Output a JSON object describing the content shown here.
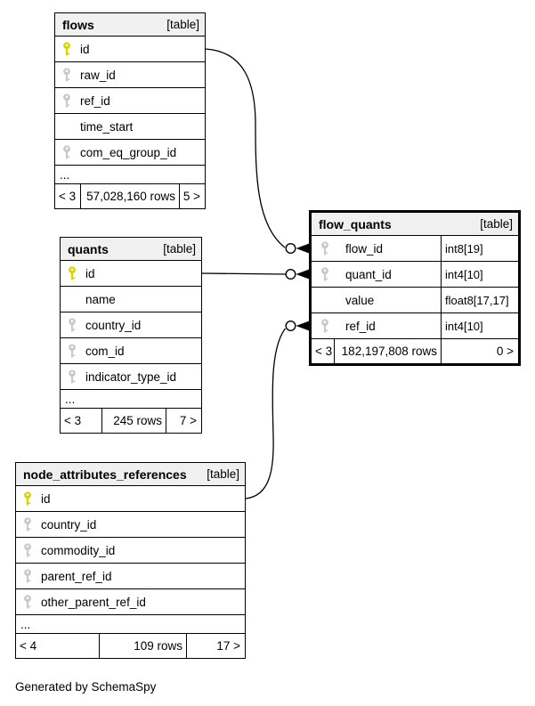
{
  "diagram": {
    "generator_note": "Generated by SchemaSpy"
  },
  "tables": [
    {
      "name": "flows",
      "tag": "[table]",
      "columns": [
        {
          "name": "id",
          "key": "primary"
        },
        {
          "name": "raw_id",
          "key": "index"
        },
        {
          "name": "ref_id",
          "key": "index"
        },
        {
          "name": "time_start",
          "key": "none"
        },
        {
          "name": "com_eq_group_id",
          "key": "index"
        }
      ],
      "more_columns": "...",
      "footer": {
        "left": "< 3",
        "rows": "57,028,160 rows",
        "right": "5 >"
      }
    },
    {
      "name": "quants",
      "tag": "[table]",
      "columns": [
        {
          "name": "id",
          "key": "primary"
        },
        {
          "name": "name",
          "key": "none"
        },
        {
          "name": "country_id",
          "key": "index"
        },
        {
          "name": "com_id",
          "key": "index"
        },
        {
          "name": "indicator_type_id",
          "key": "index"
        }
      ],
      "more_columns": "...",
      "footer": {
        "left": "< 3",
        "rows": "245 rows",
        "right": "7 >"
      }
    },
    {
      "name": "flow_quants",
      "tag": "[table]",
      "columns": [
        {
          "name": "flow_id",
          "type": "int8[19]",
          "key": "index"
        },
        {
          "name": "quant_id",
          "type": "int4[10]",
          "key": "index"
        },
        {
          "name": "value",
          "type": "float8[17,17]",
          "key": "none"
        },
        {
          "name": "ref_id",
          "type": "int4[10]",
          "key": "index"
        }
      ],
      "footer": {
        "left": "< 3",
        "rows": "182,197,808 rows",
        "right": "0 >"
      }
    },
    {
      "name": "node_attributes_references",
      "tag": "[table]",
      "columns": [
        {
          "name": "id",
          "key": "primary"
        },
        {
          "name": "country_id",
          "key": "index"
        },
        {
          "name": "commodity_id",
          "key": "index"
        },
        {
          "name": "parent_ref_id",
          "key": "index"
        },
        {
          "name": "other_parent_ref_id",
          "key": "index"
        }
      ],
      "more_columns": "...",
      "footer": {
        "left": "< 4",
        "rows": "109 rows",
        "right": "17 >"
      }
    }
  ],
  "relationships": [
    {
      "from": "flows.id",
      "to": "flow_quants.flow_id"
    },
    {
      "from": "quants.id",
      "to": "flow_quants.quant_id"
    },
    {
      "from": "node_attributes_references.id",
      "to": "flow_quants.ref_id"
    }
  ],
  "colors": {
    "primary_key": "#d8d400",
    "index_key": "#c9c9c9",
    "header_bg": "#f0f0f0",
    "line": "#000000"
  }
}
